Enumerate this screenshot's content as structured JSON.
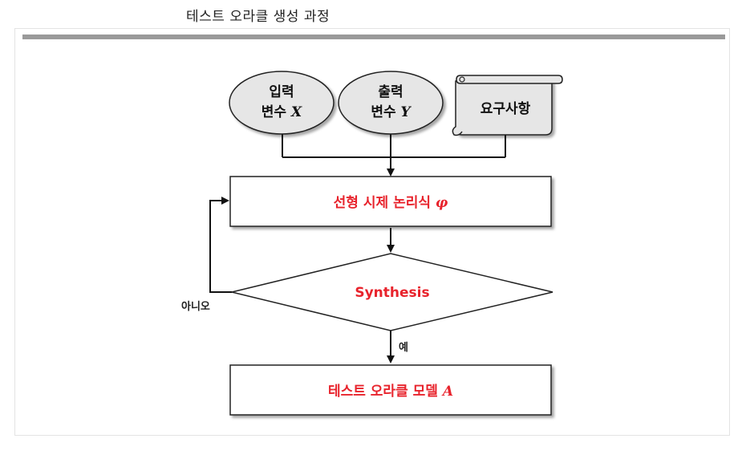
{
  "page": {
    "title": "테스트 오라클 생성 과정"
  },
  "diagram": {
    "input_node": {
      "line1": "입력",
      "line2_prefix": "변수 ",
      "line2_var": "X"
    },
    "output_node": {
      "line1": "출력",
      "line2_prefix": "변수 ",
      "line2_var": "Y"
    },
    "requirements_node": {
      "label": "요구사항"
    },
    "ltl_node": {
      "label": "선형 시제 논리식 ",
      "symbol": "φ"
    },
    "synthesis_node": {
      "label": "Synthesis"
    },
    "model_node": {
      "label": "테스트 오라클 모델 ",
      "symbol": "A"
    },
    "edge_no_label": "아니오",
    "edge_yes_label": "예",
    "colors": {
      "highlight_text": "#e8232c",
      "node_fill_ellipse": "#e6e6e6",
      "node_stroke": "#222222",
      "rule": "#9a9a9a"
    }
  }
}
